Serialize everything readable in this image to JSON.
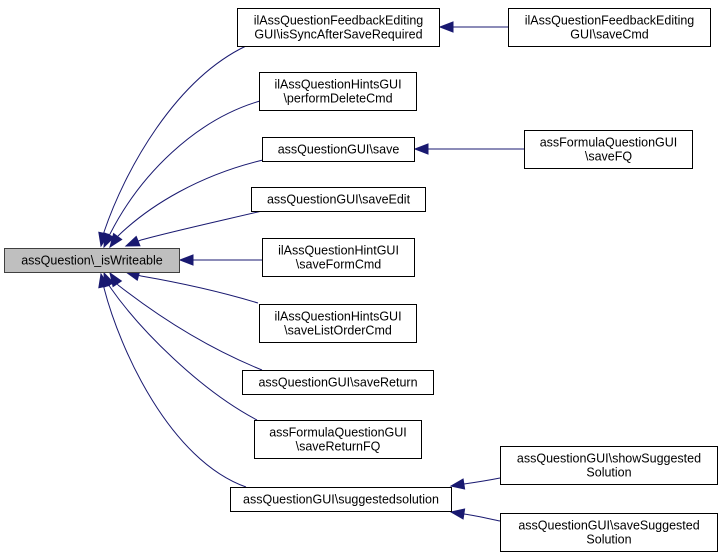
{
  "diagram": {
    "type": "call-graph",
    "root": {
      "id": "root",
      "lines": [
        "assQuestion\\_isWriteable"
      ]
    },
    "nodes": [
      {
        "id": "n1",
        "lines": [
          "ilAssQuestionFeedbackEditing",
          "GUI\\isSyncAfterSaveRequired"
        ]
      },
      {
        "id": "n2",
        "lines": [
          "ilAssQuestionHintsGUI",
          "\\performDeleteCmd"
        ]
      },
      {
        "id": "n3",
        "lines": [
          "assQuestionGUI\\save"
        ]
      },
      {
        "id": "n4",
        "lines": [
          "assQuestionGUI\\saveEdit"
        ]
      },
      {
        "id": "n5",
        "lines": [
          "ilAssQuestionHintGUI",
          "\\saveFormCmd"
        ]
      },
      {
        "id": "n6",
        "lines": [
          "ilAssQuestionHintsGUI",
          "\\saveListOrderCmd"
        ]
      },
      {
        "id": "n7",
        "lines": [
          "assQuestionGUI\\saveReturn"
        ]
      },
      {
        "id": "n8",
        "lines": [
          "assFormulaQuestionGUI",
          "\\saveReturnFQ"
        ]
      },
      {
        "id": "n9",
        "lines": [
          "assQuestionGUI\\suggestedsolution"
        ]
      },
      {
        "id": "n10",
        "lines": [
          "ilAssQuestionFeedbackEditing",
          "GUI\\saveCmd"
        ]
      },
      {
        "id": "n11",
        "lines": [
          "assFormulaQuestionGUI",
          "\\saveFQ"
        ]
      },
      {
        "id": "n12",
        "lines": [
          "assQuestionGUI\\showSuggested",
          "Solution"
        ]
      },
      {
        "id": "n13",
        "lines": [
          "assQuestionGUI\\saveSuggested",
          "Solution"
        ]
      }
    ],
    "edges": [
      {
        "from": "n1",
        "to": "root"
      },
      {
        "from": "n2",
        "to": "root"
      },
      {
        "from": "n3",
        "to": "root"
      },
      {
        "from": "n4",
        "to": "root"
      },
      {
        "from": "n5",
        "to": "root"
      },
      {
        "from": "n6",
        "to": "root"
      },
      {
        "from": "n7",
        "to": "root"
      },
      {
        "from": "n8",
        "to": "root"
      },
      {
        "from": "n9",
        "to": "root"
      },
      {
        "from": "n10",
        "to": "n1"
      },
      {
        "from": "n11",
        "to": "n3"
      },
      {
        "from": "n12",
        "to": "n9"
      },
      {
        "from": "n13",
        "to": "n9"
      }
    ],
    "colors": {
      "edge": "#191970",
      "root_fill": "#bfbfbf",
      "node_fill": "#ffffff",
      "border": "#000000"
    }
  }
}
